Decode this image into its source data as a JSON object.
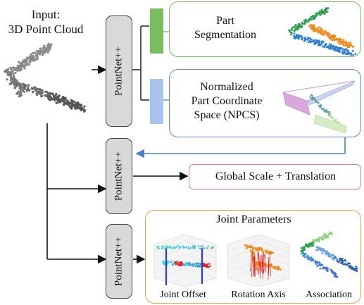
{
  "input": {
    "title_line1": "Input:",
    "title_line2": "3D Point Cloud"
  },
  "encoders": {
    "pointnet_label": "PointNet++"
  },
  "outputs": {
    "part_segmentation": {
      "line1": "Part",
      "line2": "Segmentation"
    },
    "npcs": {
      "line1": "Normalized",
      "line2": "Part Coordinate",
      "line3": "Space (NPCS)"
    },
    "global_scale": "Global Scale + Translation",
    "joint_parameters": {
      "title": "Joint Parameters",
      "joint_offset": "Joint Offset",
      "rotation_axis": "Rotation Axis",
      "association": "Association"
    }
  },
  "colors": {
    "segmentation_green": "#78bd5e",
    "npcs_blue": "#a9c2ee",
    "npcs_box_border": "#5b8ad7",
    "global_box_border": "#e07f7f",
    "joint_box_border": "#ef9d46",
    "pointnet_fill": "#d9d9d9",
    "arrow_blue": "#4a7fd2",
    "part_blue": "#2f7fd0",
    "part_orange": "#f08a1c",
    "part_green": "#2e9e4e",
    "axis_red": "#e41d1d"
  }
}
